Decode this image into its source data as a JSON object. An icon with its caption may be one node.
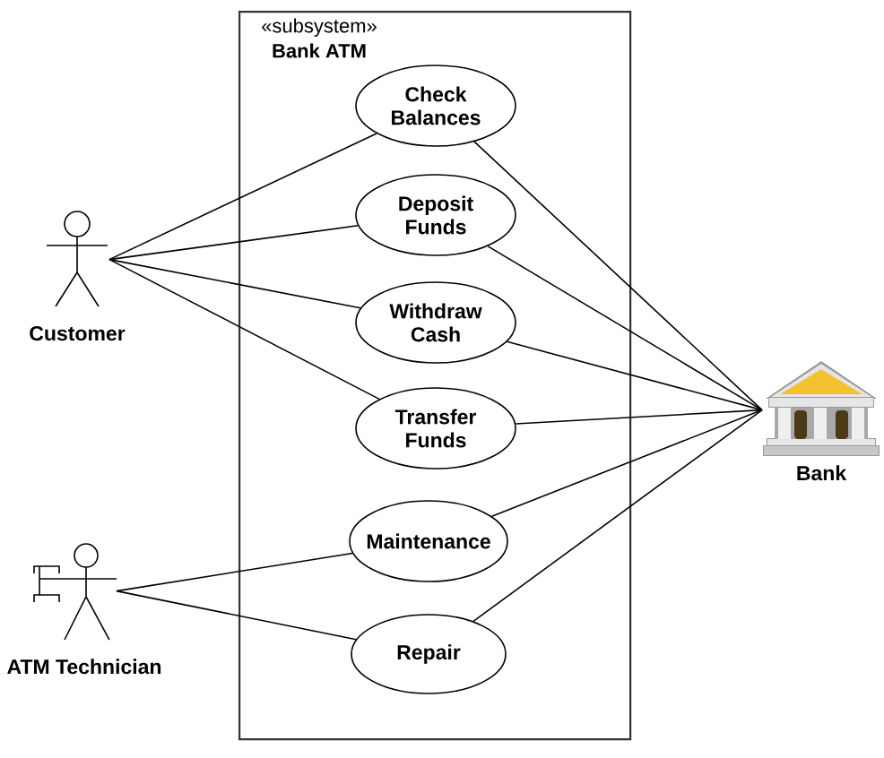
{
  "diagram": {
    "nodes": [
      {
        "text": [
          "«subsystem»",
          "Bank ATM"
        ]
      },
      {
        "text": [
          "Check Balances"
        ],
        "in": 0
      },
      {
        "text": [
          "Deposit Funds"
        ],
        "in": 0
      },
      {
        "text": [
          "Withdraw Cash"
        ],
        "in": 0
      },
      {
        "text": [
          "Transfer Funds"
        ],
        "in": 0
      },
      {
        "text": [
          "Maintenance"
        ],
        "in": 0
      },
      {
        "text": [
          "Repair"
        ],
        "in": 0
      },
      {
        "text": [
          "Customer"
        ]
      },
      {
        "text": [
          "ATM Technician"
        ]
      },
      {
        "text": [
          "Bank"
        ]
      }
    ],
    "edges": [
      {
        "from": 7,
        "to": 1,
        "arrow": "none"
      },
      {
        "from": 7,
        "to": 2,
        "arrow": "none"
      },
      {
        "from": 7,
        "to": 3,
        "arrow": "none"
      },
      {
        "from": 7,
        "to": 4,
        "arrow": "none"
      },
      {
        "from": 8,
        "to": 5,
        "arrow": "none"
      },
      {
        "from": 8,
        "to": 6,
        "arrow": "none"
      },
      {
        "from": 1,
        "to": 9,
        "arrow": "none"
      },
      {
        "from": 2,
        "to": 9,
        "arrow": "none"
      },
      {
        "from": 3,
        "to": 9,
        "arrow": "none"
      },
      {
        "from": 4,
        "to": 9,
        "arrow": "none"
      },
      {
        "from": 5,
        "to": 9,
        "arrow": "none"
      },
      {
        "from": 6,
        "to": 9,
        "arrow": "none"
      }
    ]
  }
}
